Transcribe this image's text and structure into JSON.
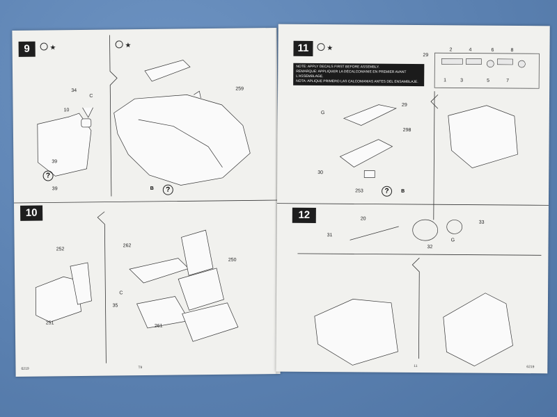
{
  "left_page": {
    "step9": {
      "number": "9",
      "labels": [
        "34",
        "C",
        "10",
        "39",
        "39",
        "259"
      ],
      "bottom_letter": "B"
    },
    "step10": {
      "number": "10",
      "labels": [
        "252",
        "251",
        "262",
        "250",
        "C",
        "35",
        "261"
      ]
    },
    "footer": {
      "left": "6219",
      "center": "T9"
    }
  },
  "right_page": {
    "step11": {
      "number": "11",
      "notes": [
        "NOTE: APPLY DECALS FIRST BEFORE ASSEMBLY.",
        "REMARQUE: APPLIQUER LA DÉCALCOMANIE EN PREMIER AVANT L'ASSEMBLAGE.",
        "NOTA: APLIQUE PRIMERO LAS CALCOMANIAS ANTES DEL ENSAMBLAJE."
      ],
      "decal_numbers_top": [
        "2",
        "4",
        "6",
        "8"
      ],
      "decal_numbers_bottom": [
        "1",
        "3",
        "5",
        "7"
      ],
      "labels": [
        "29",
        "G",
        "29",
        "298",
        "30",
        "253"
      ],
      "bottom_letter": "B"
    },
    "step12": {
      "number": "12",
      "labels": [
        "20",
        "33",
        "31",
        "32",
        "G"
      ]
    },
    "footer": {
      "center": "11",
      "right": "6219"
    }
  }
}
